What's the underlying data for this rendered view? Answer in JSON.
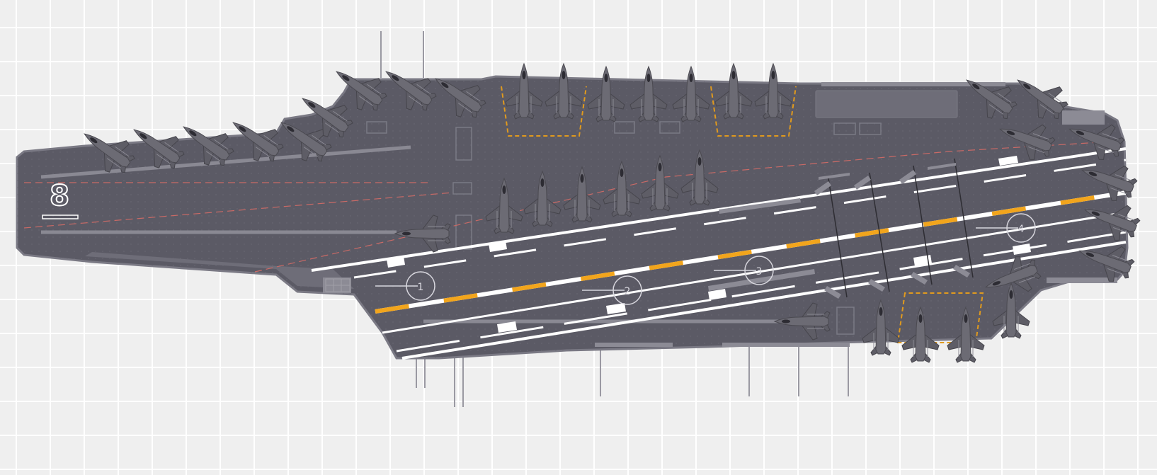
{
  "scene": "carrier-deck-top-view",
  "colors": {
    "background": "#efefef",
    "grid_line": "#ffffff",
    "deck": "#5b5a65",
    "deck_edge": "#7a7984",
    "deck_light": "#6e6d78",
    "runway_white": "#ffffff",
    "centerline_orange": "#f2a51c",
    "parking_outline_orange": "#e09a1e",
    "foul_line_red": "#c96a66",
    "jet": "#6c6b74"
  },
  "hull": {
    "number": "8"
  },
  "catapults": [
    {
      "id": "catapult-1",
      "label": "1"
    },
    {
      "id": "catapult-2",
      "label": "2"
    },
    {
      "id": "catapult-3",
      "label": "3"
    },
    {
      "id": "catapult-4",
      "label": "4"
    }
  ],
  "icons": [
    "jet-icon",
    "catapult-marker-icon",
    "arresting-wire-icon",
    "elevator-icon",
    "antenna-mast-icon"
  ]
}
